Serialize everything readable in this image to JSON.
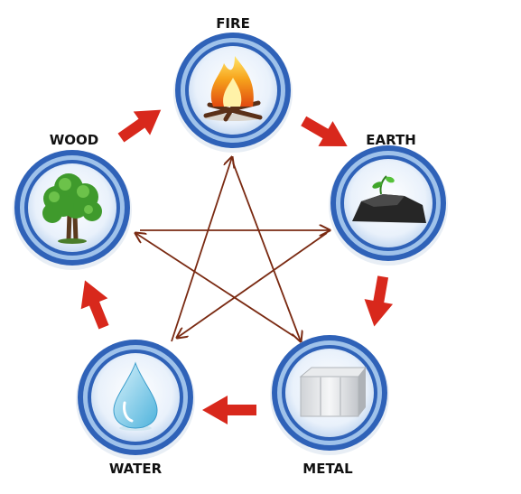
{
  "elements": [
    {
      "key": "fire",
      "label": "FIRE",
      "icon": "fire-icon"
    },
    {
      "key": "earth",
      "label": "EARTH",
      "icon": "rock-with-sprout-icon"
    },
    {
      "key": "metal",
      "label": "METAL",
      "icon": "metal-block-icon"
    },
    {
      "key": "water",
      "label": "WATER",
      "icon": "water-drop-icon"
    },
    {
      "key": "wood",
      "label": "WOOD",
      "icon": "tree-icon"
    }
  ],
  "generating_cycle": [
    [
      "wood",
      "fire"
    ],
    [
      "fire",
      "earth"
    ],
    [
      "earth",
      "metal"
    ],
    [
      "metal",
      "water"
    ],
    [
      "water",
      "wood"
    ]
  ],
  "controlling_cycle": [
    [
      "fire",
      "metal"
    ],
    [
      "metal",
      "wood"
    ],
    [
      "wood",
      "earth"
    ],
    [
      "earth",
      "water"
    ],
    [
      "water",
      "fire"
    ]
  ],
  "colors": {
    "ring_outer": "#2f62b8",
    "ring_mid": "#9fc2ea",
    "generating_arrow": "#d8281c",
    "controlling_arrow": "#7a2a12"
  }
}
